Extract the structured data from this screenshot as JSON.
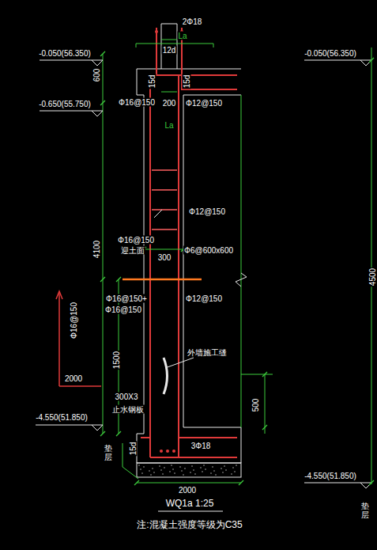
{
  "diagram": {
    "title": "WQ1a 1:25",
    "caption": "注:混凝土强度等级为C35",
    "labels": [
      "2Φ18",
      "La",
      "12d",
      "-0.050(56.350)",
      "600",
      "15d",
      "15d",
      "-0.650(55.750)",
      "Φ16@150",
      "200",
      "Φ12@150",
      "La",
      "Φ12@150",
      "Φ16@150",
      "迎土面",
      "Φ6@600x600",
      "300",
      "4100",
      "Φ16@150+",
      "Φ16@150",
      "Φ12@150",
      "Φ16@150",
      "2000",
      "1500",
      "外墙施工缝",
      "300X3",
      "止水钢板",
      "500",
      "-4.550(51.850)",
      "垫层",
      "15d",
      "3Φ18",
      "2000",
      "-0.050(56.350)",
      "4500",
      "-4.550(51.850)",
      "垫层"
    ]
  }
}
